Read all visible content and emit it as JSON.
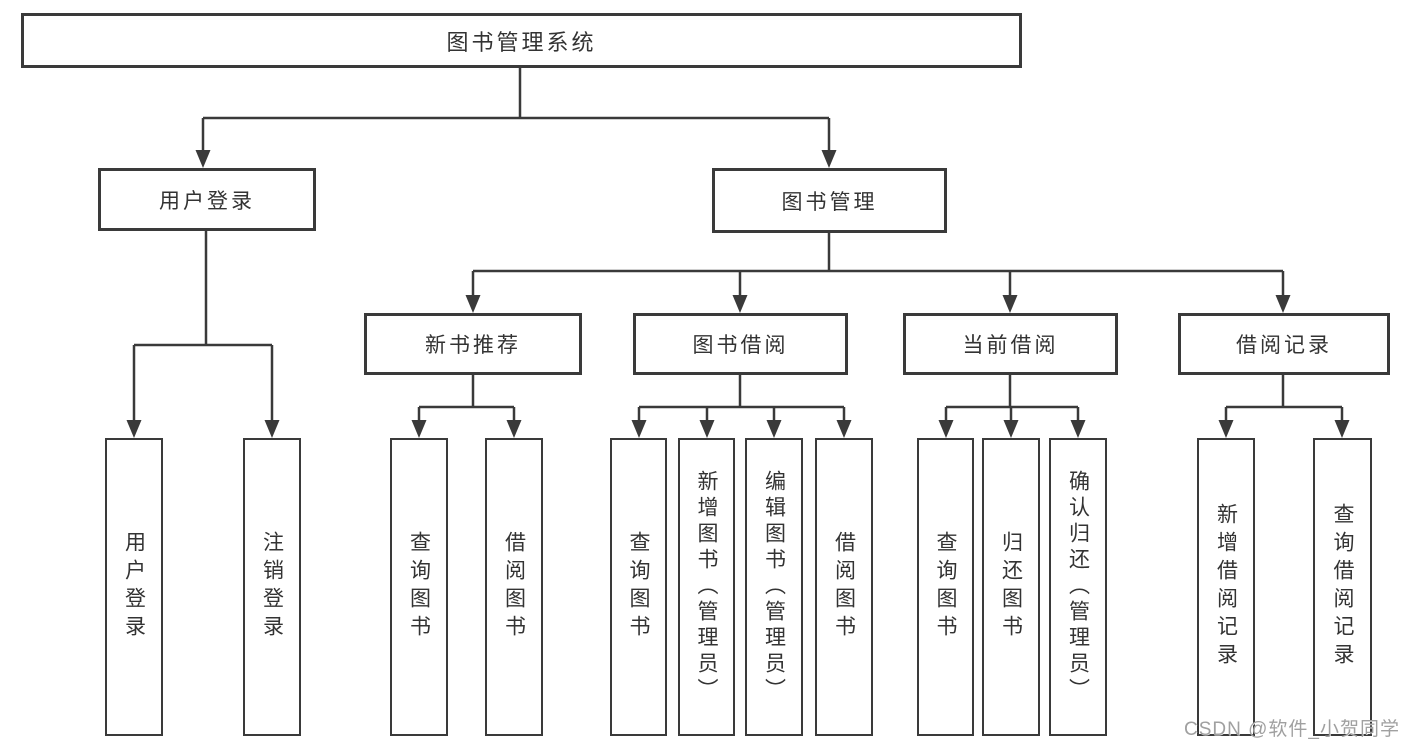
{
  "diagram": {
    "type": "tree-structure-chart",
    "title": "图书管理系统"
  },
  "nodes": {
    "root": {
      "label": "图书管理系统"
    },
    "level2": [
      {
        "label": "用户登录"
      },
      {
        "label": "图书管理"
      }
    ],
    "level3": [
      {
        "label": "新书推荐"
      },
      {
        "label": "图书借阅"
      },
      {
        "label": "当前借阅"
      },
      {
        "label": "借阅记录"
      }
    ],
    "leaves": {
      "user_login": [
        "用户登录",
        "注销登录"
      ],
      "new_book": [
        "查询图书",
        "借阅图书"
      ],
      "book_borrow": [
        "查询图书",
        "新增图书（管理员）",
        "编辑图书（管理员）",
        "借阅图书"
      ],
      "current_borrow": [
        "查询图书",
        "归还图书",
        "确认归还（管理员）"
      ],
      "borrow_record": [
        "新增借阅记录",
        "查询借阅记录"
      ]
    }
  },
  "watermark": {
    "text": "CSDN @软件_小贺同学",
    "color": "#a0a0a0"
  },
  "colors": {
    "line": "#3a3a3a",
    "border": "#3a3a3a",
    "text": "#333333",
    "background": "#ffffff"
  }
}
